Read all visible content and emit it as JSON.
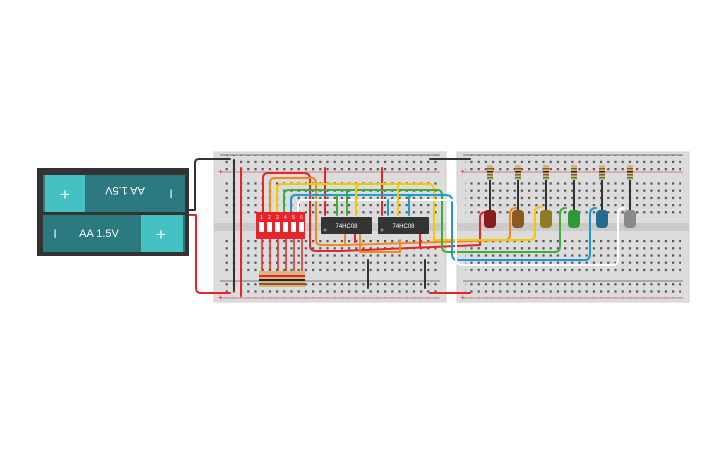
{
  "battery": {
    "cells": [
      {
        "label": "AA 1.5V",
        "plus": "+",
        "minus": "I",
        "orientation": "flipped"
      },
      {
        "label": "AA 1.5V",
        "plus": "+",
        "minus": "I",
        "orientation": "normal"
      }
    ],
    "color_body": "#2b7a80",
    "color_cap": "#45c1c4"
  },
  "dip_switch": {
    "positions": [
      "1",
      "2",
      "3",
      "4",
      "5",
      "6"
    ],
    "color": "#e8242a"
  },
  "chips": [
    {
      "label": "74HC08"
    },
    {
      "label": "74HC08"
    }
  ],
  "leds": [
    {
      "color": "#8b1c1c"
    },
    {
      "color": "#8a5a22"
    },
    {
      "color": "#8e7b22"
    },
    {
      "color": "#2a9a36"
    },
    {
      "color": "#236b91"
    },
    {
      "color": "#8a8a8a"
    }
  ],
  "rail_signs": {
    "plus": "+",
    "minus": "-"
  },
  "wire_colors": {
    "red": "#e3262a",
    "orange": "#f08a1c",
    "yellow": "#f5c800",
    "green": "#3cae3c",
    "blue": "#1e9ad6",
    "white": "#ffffff",
    "black": "#333333"
  }
}
